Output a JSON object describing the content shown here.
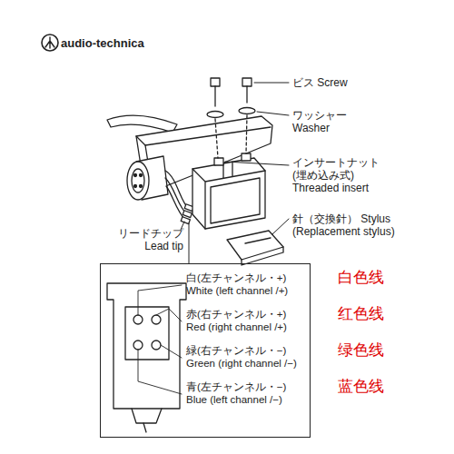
{
  "diagram": {
    "nodes": [
      {
        "text": [
          "白(左チャンネル・+) White (left channel /+)",
          "赤(右チャンネル・+) Red (right channel /+)",
          "緑(右チャンネル・−) Green (right channel /−)",
          "青(左チャンネル・−) Blue (left channel /−)"
        ]
      }
    ],
    "labels": [
      "audio-technica",
      "ビス Screw",
      "ワッシャー Washer",
      "インサートナット (埋め込み式) Threaded insert",
      "リードチップ Lead tip",
      "針（交換針） Stylus (Replacement stylus)",
      "白色线",
      "红色线",
      "绿色线",
      "蓝色线"
    ]
  }
}
